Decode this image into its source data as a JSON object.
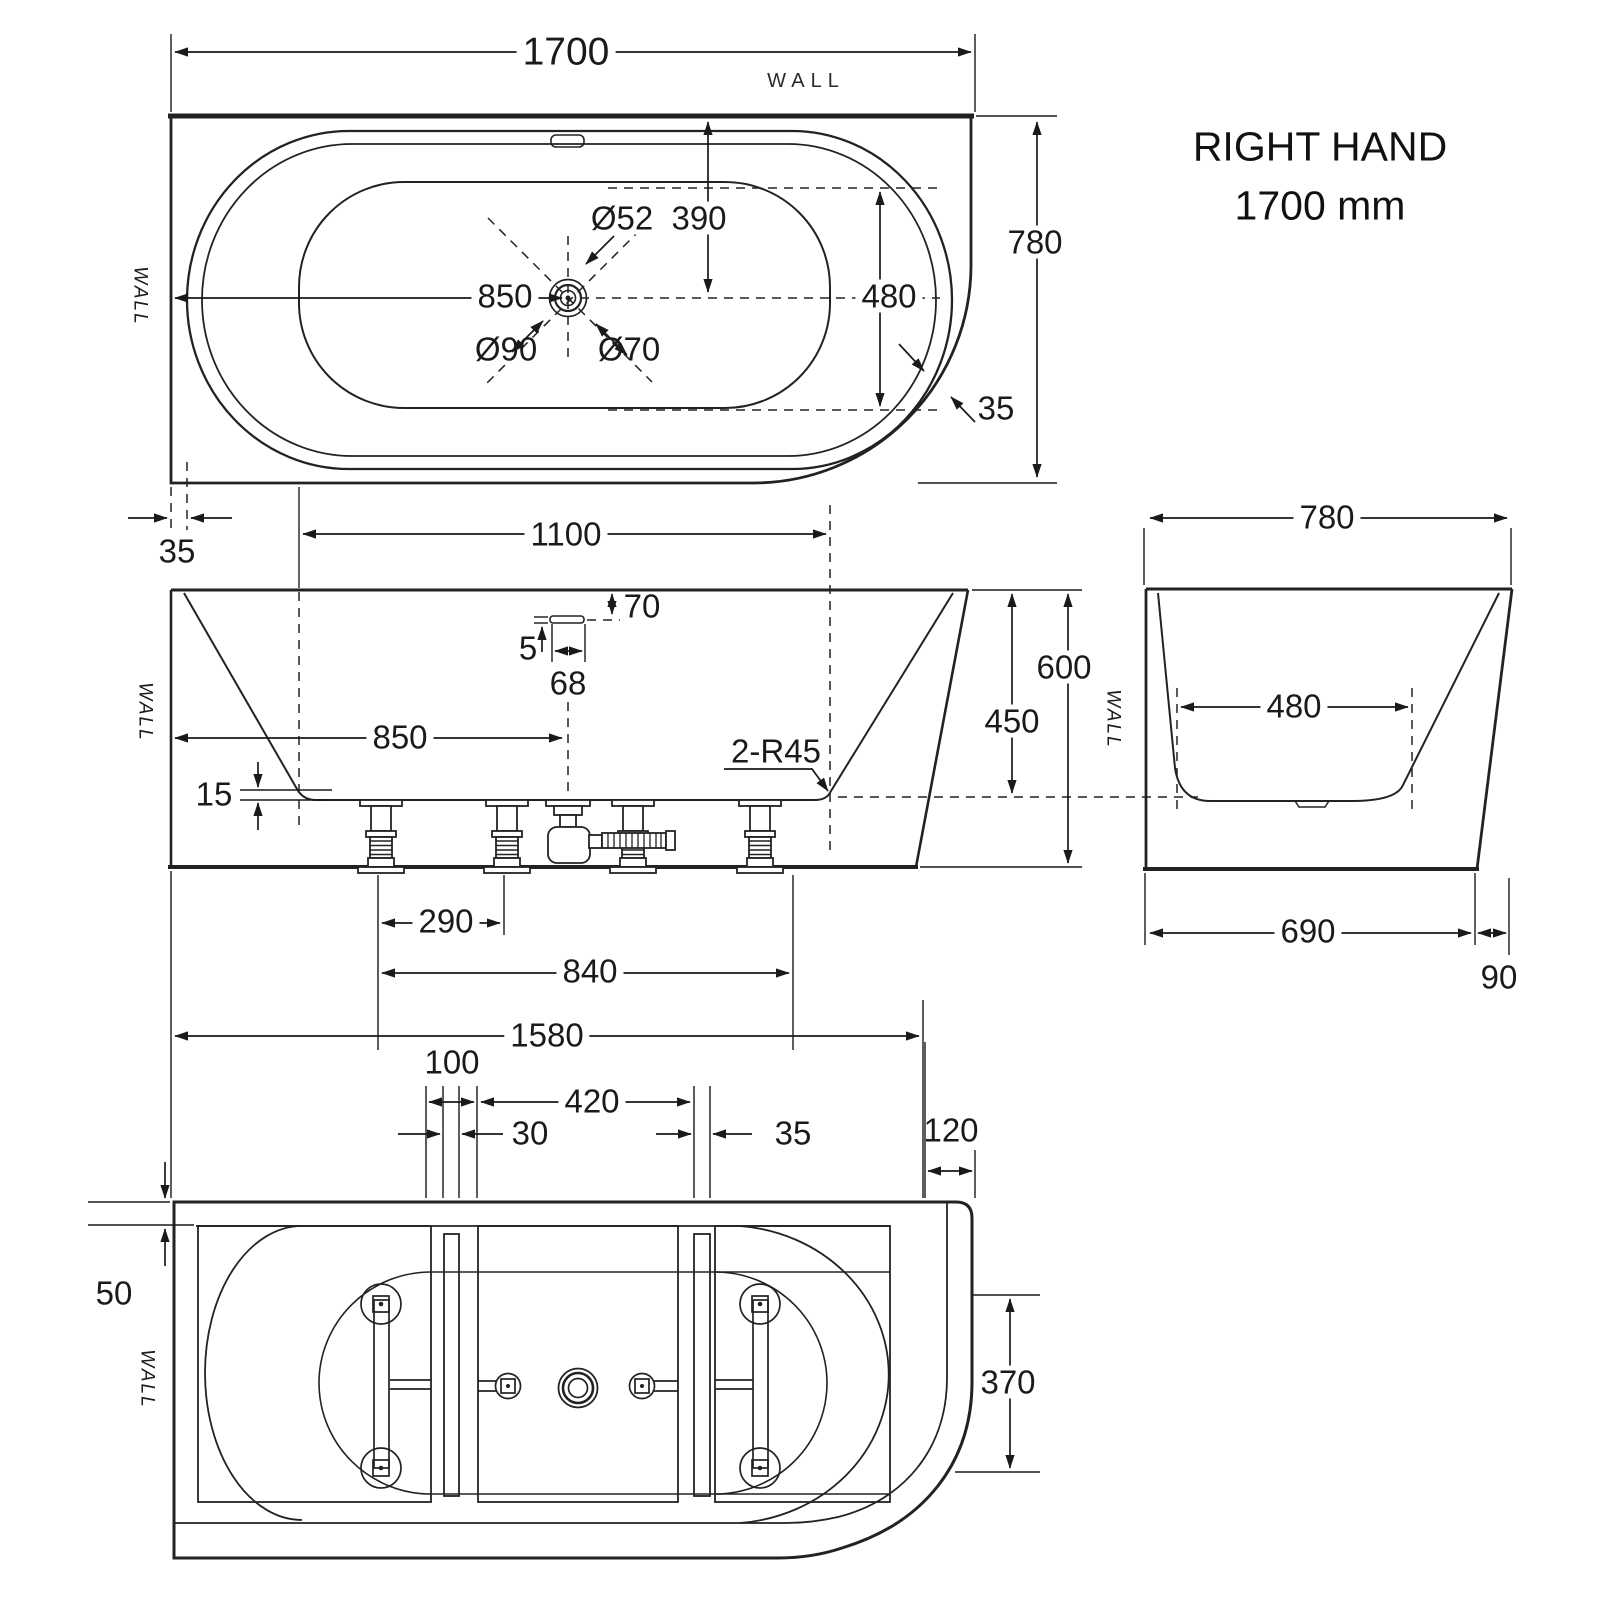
{
  "title": {
    "line1": "RIGHT HAND",
    "line2": "1700 mm"
  },
  "wall": "WALL",
  "plan": {
    "overall_length": "1700",
    "overall_width": "780",
    "drain_from_wall": "850",
    "drain_from_front": "390",
    "basin_width": "480",
    "drain_dia": "Ø52",
    "hole_left": "Ø90",
    "hole_right": "Ø70",
    "gap_left": "35",
    "gap_corner": "35"
  },
  "front": {
    "basin_length": "1100",
    "overflow_top": "70",
    "overflow_lip": "5",
    "overflow_width": "68",
    "drain_from_wall": "850",
    "corner_radius": "2-R45",
    "sump": "15",
    "height": "600",
    "rim_depth": "450",
    "foot_pitch": "290",
    "foot_span": "840",
    "base_length": "1580"
  },
  "side": {
    "overall_width": "780",
    "basin_width": "480",
    "base_width": "690",
    "overhang": "90"
  },
  "base": {
    "joist": "100",
    "batten": "30",
    "spacing": "420",
    "batten2": "35",
    "corner": "120",
    "wall_gap": "50",
    "rail_span": "370"
  }
}
